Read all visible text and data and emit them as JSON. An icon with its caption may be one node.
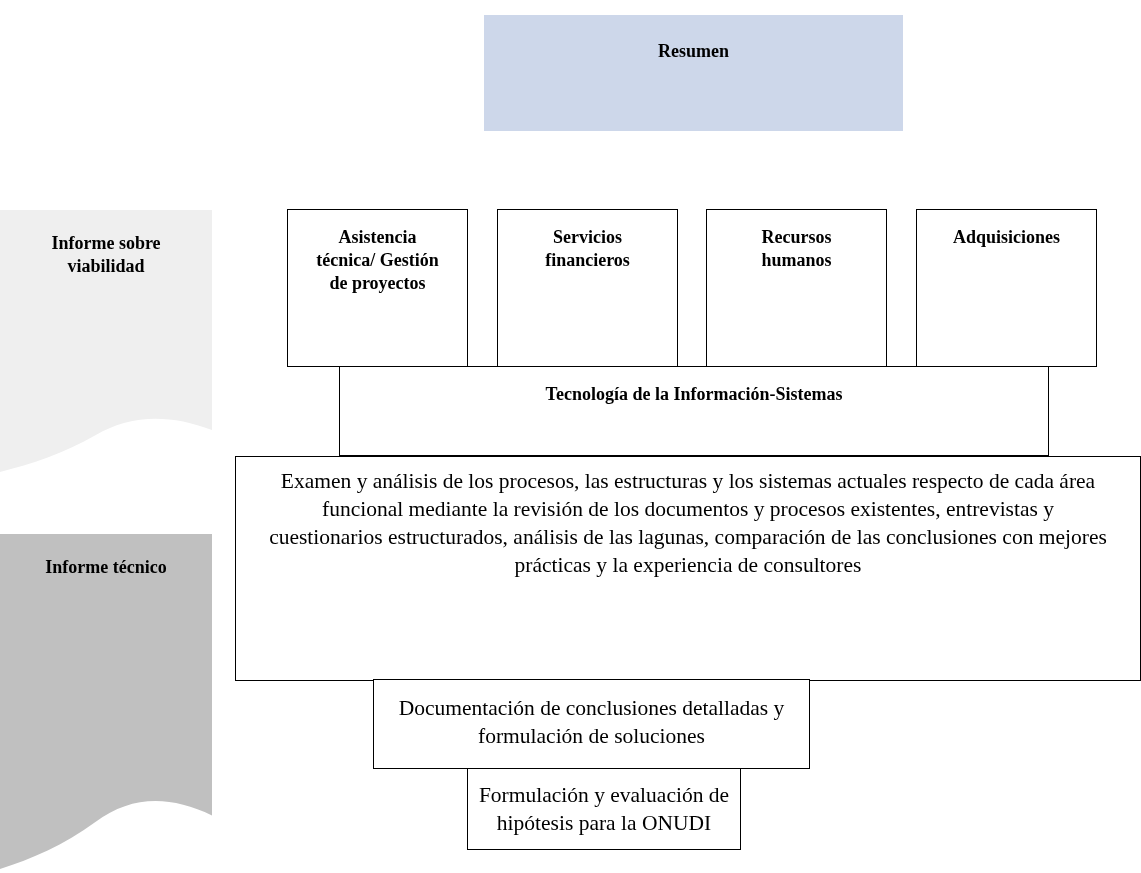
{
  "diagram": {
    "nodes": [
      {
        "text": [
          "Resumen"
        ]
      },
      {
        "text": [
          "Informe sobre viabilidad"
        ]
      },
      {
        "text": [
          "Asistencia técnica/ Gestión de proyectos"
        ]
      },
      {
        "text": [
          "Servicios financieros"
        ]
      },
      {
        "text": [
          "Recursos humanos"
        ]
      },
      {
        "text": [
          "Adquisiciones"
        ]
      },
      {
        "text": [
          "Tecnología de la Información-Sistemas"
        ]
      },
      {
        "text": [
          "Informe técnico"
        ]
      },
      {
        "text": [
          "Examen y análisis de los procesos, las estructuras y los sistemas actuales respecto de cada área funcional mediante la revisión de los documentos y procesos existentes, entrevistas y cuestionarios estructurados, análisis de las lagunas, comparación de las conclusiones con mejores prácticas y la experiencia de consultores"
        ]
      },
      {
        "text": [
          "Documentación de conclusiones detalladas y formulación de soluciones"
        ]
      },
      {
        "text": [
          "Formulación y evaluación de hipótesis para la ONUDI"
        ]
      }
    ]
  }
}
